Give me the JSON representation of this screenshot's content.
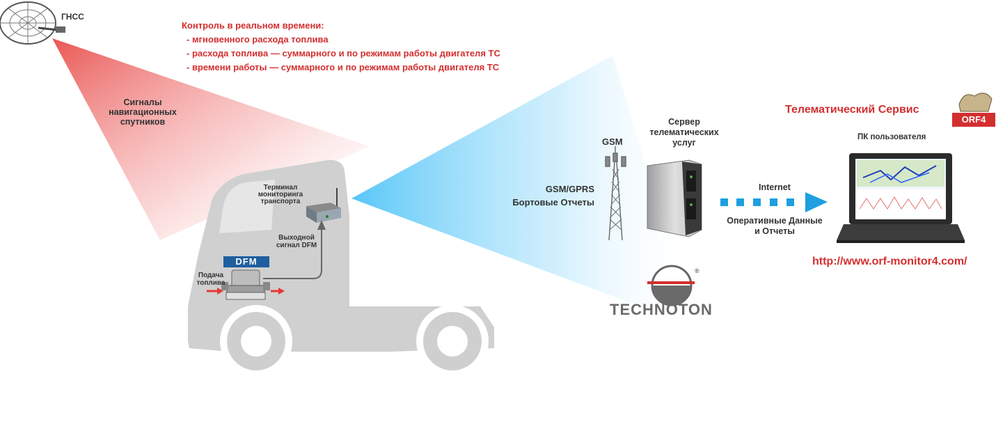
{
  "gnss": {
    "label": "ГНСС"
  },
  "satellite_signals": {
    "line1": "Сигналы",
    "line2": "навигационных",
    "line3": "спутников"
  },
  "control": {
    "title": "Контроль в реальном времени:",
    "items": [
      "- мгновенного расхода топлива",
      "- расхода топлива — суммарного и по режимам работы двигателя ТС",
      "- времени работы — суммарного и по режимам работы двигателя ТС"
    ]
  },
  "terminal": {
    "line1": "Терминал",
    "line2": "мониторинга",
    "line3": "транспорта"
  },
  "output_signal": {
    "line1": "Выходной",
    "line2": "сигнал DFM"
  },
  "fuel_feed": {
    "line1": "Подача",
    "line2": "топлива"
  },
  "dfm_badge": "DFM",
  "gsm": {
    "label": "GSM"
  },
  "gprs": {
    "line1": "GSM/GPRS",
    "line2": "Бортовые Отчеты"
  },
  "server": {
    "line1": "Сервер",
    "line2": "телематических",
    "line3": "услуг"
  },
  "internet": {
    "label": "Internet"
  },
  "operative": {
    "line1": "Оперативные Данные",
    "line2": "и Отчеты"
  },
  "telematics_service": {
    "label": "Телематический Сервис"
  },
  "orf_logo": {
    "text": "ORF4"
  },
  "pc_user": {
    "label": "ПК пользователя"
  },
  "website": {
    "url": "http://www.orf-monitor4.com/"
  },
  "technoton": {
    "name": "TECHNOTON",
    "registered": "®"
  },
  "colors": {
    "accent_red": "#d32f2f",
    "text_gray": "#333333",
    "sky_blue": "#5bc0eb",
    "arrow_blue": "#1e9fe0",
    "truck_gray": "#d0d0d0"
  }
}
